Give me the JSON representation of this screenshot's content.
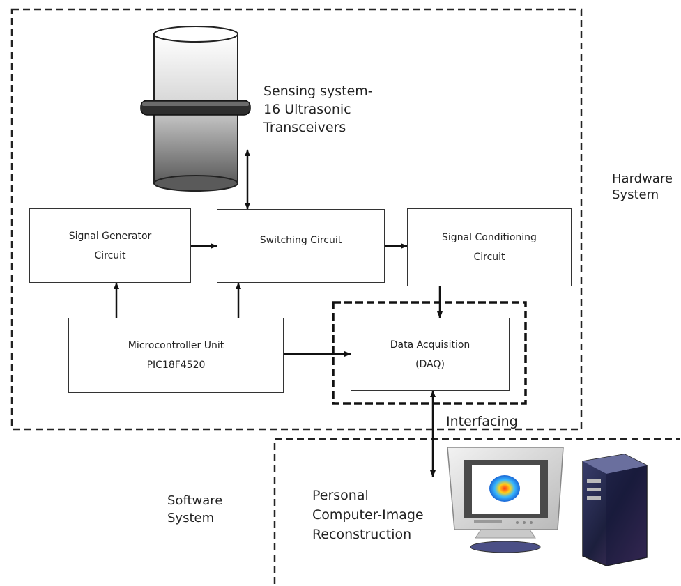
{
  "sensing_label": [
    "Sensing system-",
    "16 Ultrasonic",
    "Transceivers"
  ],
  "hardware_label": [
    "Hardware",
    "System"
  ],
  "software_label": [
    "Software",
    "System"
  ],
  "interfacing_label": "Interfacing",
  "pc_label": [
    "Personal",
    "Computer-Image",
    "Reconstruction"
  ],
  "blocks": {
    "signal_generator": [
      "Signal Generator",
      "Circuit"
    ],
    "switching": [
      "Switching Circuit"
    ],
    "signal_conditioning": [
      "Signal Conditioning",
      "Circuit"
    ],
    "microcontroller": [
      "Microcontroller Unit",
      "PIC18F4520"
    ],
    "daq": [
      "Data Acquisition",
      "(DAQ)"
    ]
  }
}
